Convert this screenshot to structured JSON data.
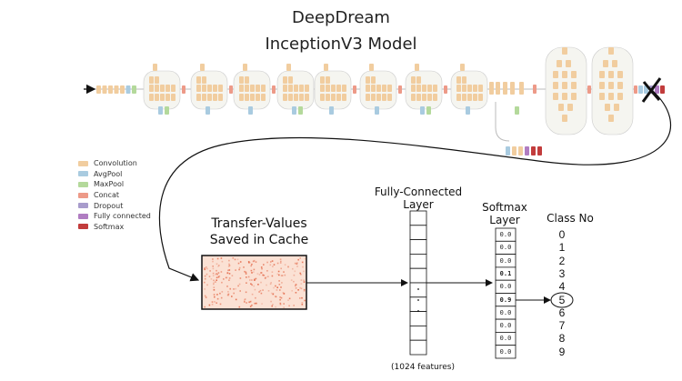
{
  "header": {
    "title": "DeepDream",
    "subtitle": "InceptionV3 Model"
  },
  "legend": [
    {
      "label": "Convolution",
      "color": "#f1cd9f"
    },
    {
      "label": "AvgPool",
      "color": "#a9cbe0"
    },
    {
      "label": "MaxPool",
      "color": "#b4d99b"
    },
    {
      "label": "Concat",
      "color": "#ed9a88"
    },
    {
      "label": "Dropout",
      "color": "#a89ccc"
    },
    {
      "label": "Fully connected",
      "color": "#b07dc2"
    },
    {
      "label": "Softmax",
      "color": "#c23c3c"
    }
  ],
  "cache": {
    "label_line1": "Transfer-Values",
    "label_line2": "Saved in Cache"
  },
  "fully_connected": {
    "label_line1": "Fully-Connected",
    "label_line2": "Layer",
    "features": "(1024 features)"
  },
  "softmax": {
    "label_line1": "Softmax",
    "label_line2": "Layer",
    "values": [
      "0.0",
      "0.0",
      "0.0",
      "0.1",
      "0.0",
      "0.9",
      "0.0",
      "0.0",
      "0.0",
      "0.0"
    ],
    "highlight_indices": [
      3,
      5
    ]
  },
  "classes": {
    "label": "Class No",
    "values": [
      "0",
      "1",
      "2",
      "3",
      "4",
      "5",
      "6",
      "7",
      "8",
      "9"
    ],
    "selected_index": 5
  },
  "colors": {
    "line": "#111111",
    "cache_fill": "#fbe1d4",
    "cache_dots": "#e36a4a",
    "module_bg": "#f5f5f0"
  }
}
